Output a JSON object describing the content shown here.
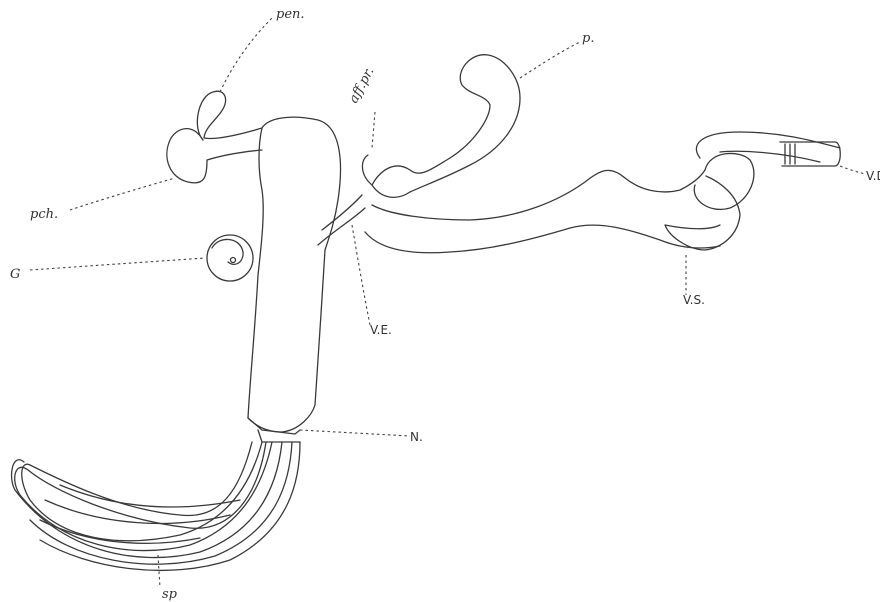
{
  "labels": {
    "pen": "pen.",
    "pch": "pch.",
    "g": "G",
    "aff_pr": "aff.pr.",
    "p": "p.",
    "vd": "V.D.",
    "vs": "V.S.",
    "ve": "V.E.",
    "n": "N.",
    "sp": "sp"
  },
  "colors": {
    "ink": "#3a3a3a",
    "background": "#ffffff"
  }
}
